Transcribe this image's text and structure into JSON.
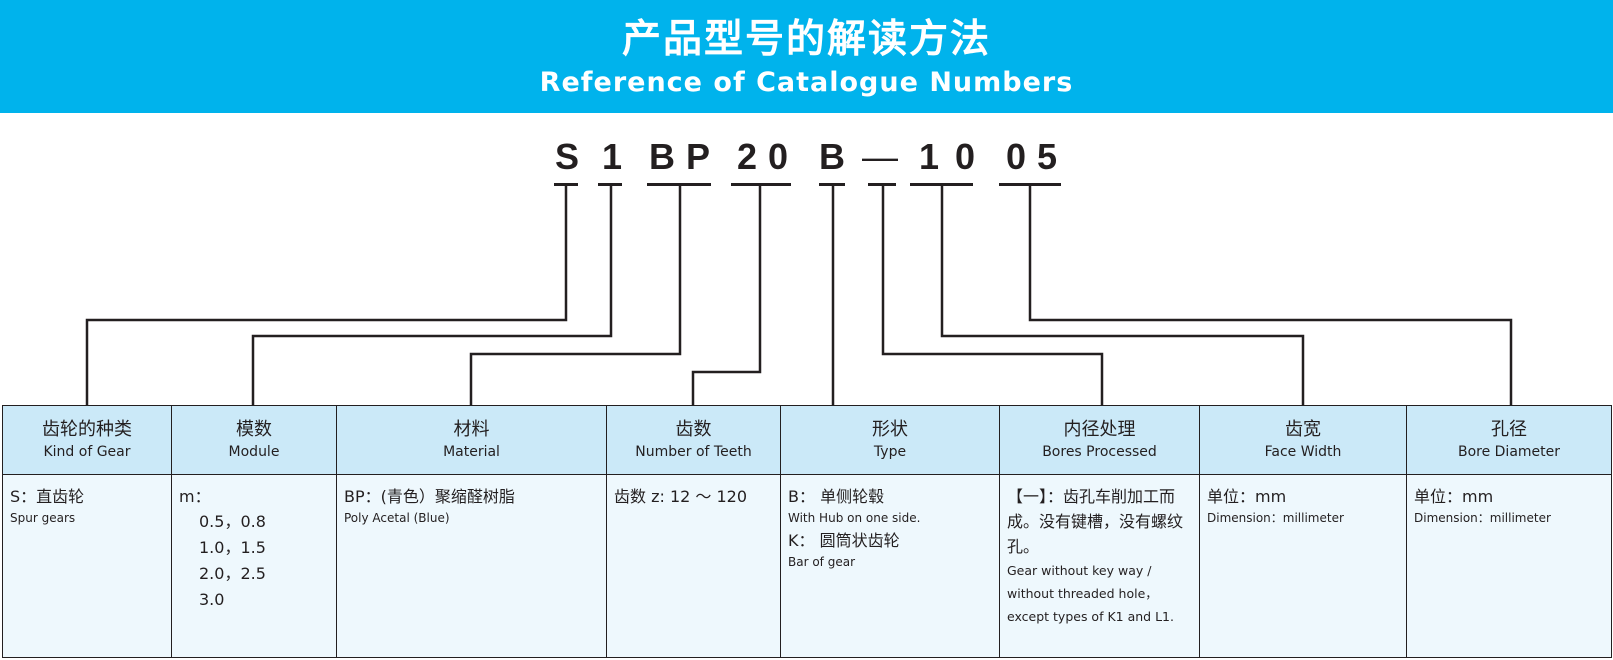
{
  "header": {
    "title_cn": "产品型号的解读方法",
    "title_en": "Reference of Catalogue Numbers"
  },
  "code": [
    "S",
    "1",
    "B",
    "P",
    "2",
    "0",
    "B",
    "—",
    "1",
    "0",
    "0",
    "5"
  ],
  "table": {
    "columns": [
      {
        "cn": "齿轮的种类",
        "en": "Kind of Gear"
      },
      {
        "cn": "模数",
        "en": "Module"
      },
      {
        "cn": "材料",
        "en": "Material"
      },
      {
        "cn": "齿数",
        "en": "Number of Teeth"
      },
      {
        "cn": "形状",
        "en": "Type"
      },
      {
        "cn": "内径处理",
        "en": "Bores Processed"
      },
      {
        "cn": "齿宽",
        "en": "Face Width"
      },
      {
        "cn": "孔径",
        "en": "Bore Diameter"
      }
    ],
    "kind": {
      "cn": "S：直齿轮",
      "en": "Spur gears"
    },
    "module": {
      "label": "m：",
      "values": [
        "0.5，0.8",
        "1.0，1.5",
        "2.0，2.5",
        "3.0"
      ]
    },
    "material": {
      "cn": "BP：(青色）聚缩醛树脂",
      "en": "Poly Acetal (Blue)"
    },
    "teeth": "齿数 z: 12 〜 120",
    "type": {
      "b_cn": "B： 单侧轮毂",
      "b_en": "With Hub on one side.",
      "k_cn": "K： 圆筒状齿轮",
      "k_en": "Bar of gear"
    },
    "bores": {
      "cn": "【一】：齿孔车削加工而成。没有键槽，没有螺纹孔。",
      "en_lines": [
        "Gear without key way /",
        "without threaded hole，",
        "except types of K1 and L1."
      ]
    },
    "face_width": {
      "cn": "单位：mm",
      "en": "Dimension：millimeter"
    },
    "bore_diameter": {
      "cn": "单位：mm",
      "en": "Dimension：millimeter"
    }
  }
}
